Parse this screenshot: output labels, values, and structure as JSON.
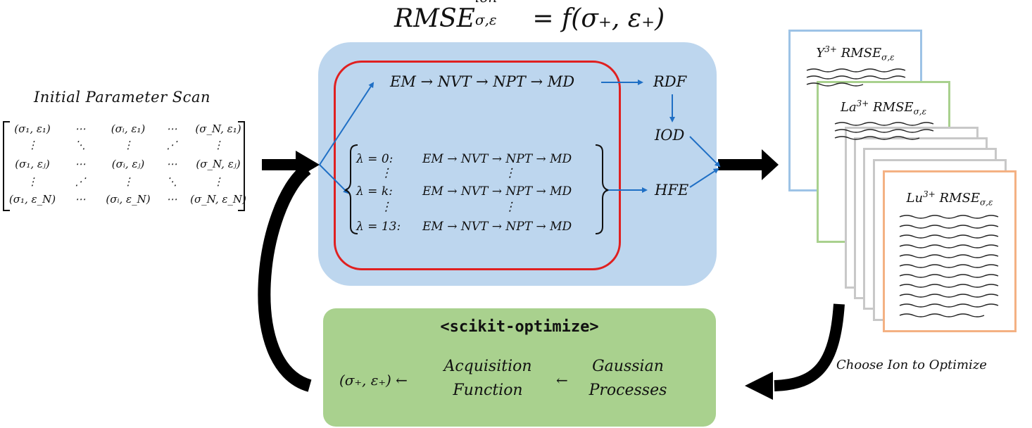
{
  "title": {
    "main": "RMSE",
    "sup": "ion",
    "sub": "σ,ε",
    "rhs": " = f(σ₊, ε₊)"
  },
  "scan": {
    "label": "Initial Parameter Scan",
    "matrix": [
      [
        "(σ₁, ε₁)",
        "⋯",
        "(σᵢ, ε₁)",
        "⋯",
        "(σ_N, ε₁)"
      ],
      [
        "⋮",
        "⋱",
        "⋮",
        "⋰",
        "⋮"
      ],
      [
        "(σ₁, εⱼ)",
        "⋯",
        "(σᵢ, εⱼ)",
        "⋯",
        "(σ_N, εⱼ)"
      ],
      [
        "⋮",
        "⋰",
        "⋮",
        "⋱",
        "⋮"
      ],
      [
        "(σ₁, ε_N)",
        "⋯",
        "(σᵢ, ε_N)",
        "⋯",
        "(σ_N, ε_N)"
      ]
    ]
  },
  "pipeline": {
    "md_chain": "EM → NVT → NPT → MD",
    "rdf": "RDF",
    "iod": "IOD",
    "hfe": "HFE",
    "lambda_rows": [
      {
        "label": "λ = 0:",
        "chain": "EM → NVT → NPT → MD"
      },
      {
        "label": "⋮",
        "chain": "⋮"
      },
      {
        "label": "λ = k:",
        "chain": "EM → NVT → NPT → MD"
      },
      {
        "label": "⋮",
        "chain": "⋮"
      },
      {
        "label": "λ = 13:",
        "chain": "EM → NVT → NPT → MD"
      }
    ]
  },
  "optimizer": {
    "title": "<scikit-optimize>",
    "result": "(σ₊, ε₊) ←",
    "acq_line1": "Acquisition",
    "acq_line2": "Function",
    "arrow": "←",
    "gp_line1": "Gaussian",
    "gp_line2": "Processes"
  },
  "docs": {
    "y": {
      "ion": "Y",
      "charge": "3+",
      "metric": " RMSE",
      "sub": "σ,ε"
    },
    "la": {
      "ion": "La",
      "charge": "3+",
      "metric": " RMSE",
      "sub": "σ,ε"
    },
    "lu": {
      "ion": "Lu",
      "charge": "3+",
      "metric": " RMSE",
      "sub": "σ,ε"
    }
  },
  "choose_label": "Choose Ion to Optimize",
  "colors": {
    "blue_panel": "#bdd6ee",
    "red_box": "#e02020",
    "green_panel": "#a9d18e",
    "arrow_blue": "#1f6fc5",
    "doc_y_border": "#9dc3e6",
    "doc_la_border": "#a9d18e",
    "doc_lu_border": "#f4b183"
  }
}
